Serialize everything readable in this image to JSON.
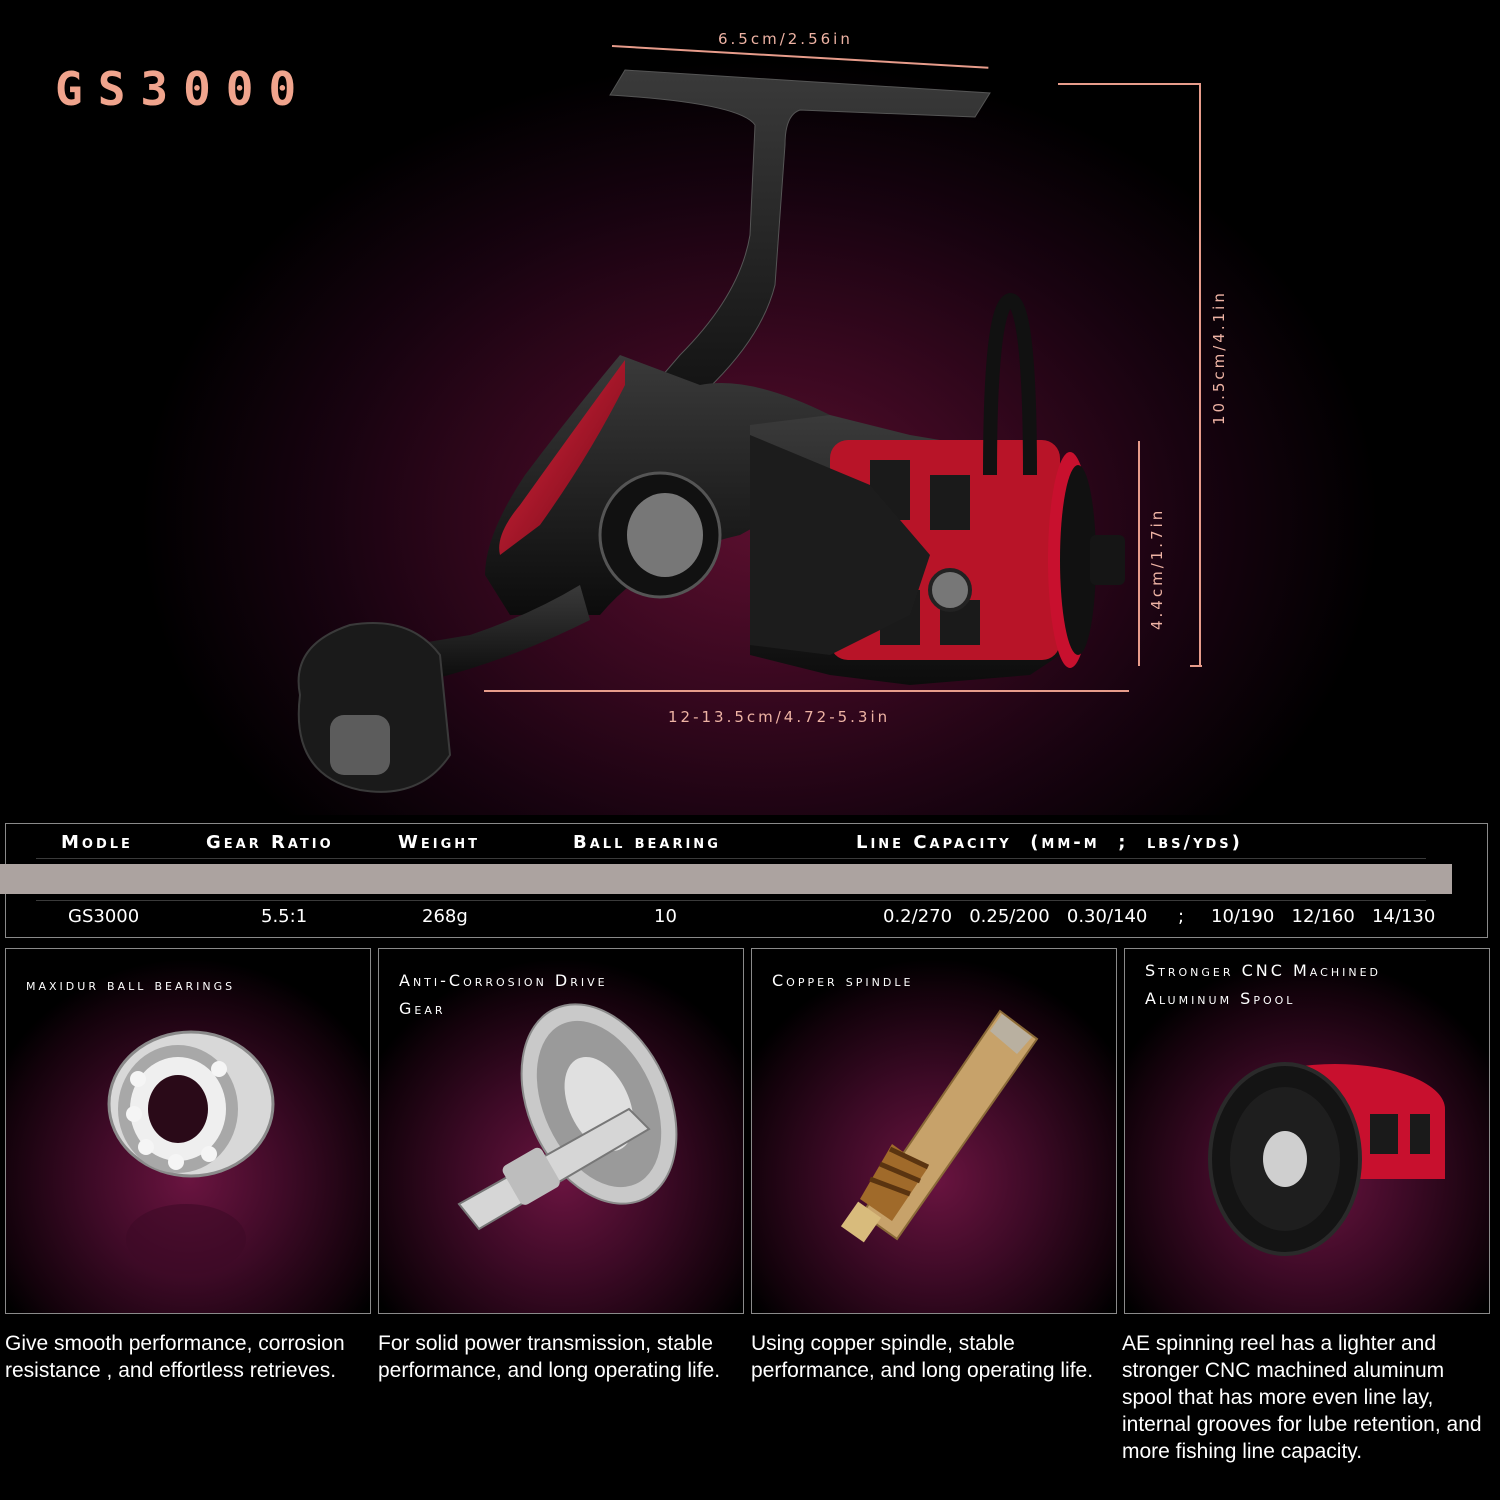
{
  "title": "GS3000",
  "dimensions": {
    "width_top": "6.5cm/2.56in",
    "height_total": "10.5cm/4.1in",
    "height_spool": "4.4cm/1.7in",
    "length": "12-13.5cm/4.72-5.3in"
  },
  "specs": {
    "headers": [
      "Modle",
      "Gear Ratio",
      "Weight",
      "Ball bearing",
      "Line Capacity  (mm-m  ;  lbs/yds)"
    ],
    "row": {
      "model": "GS3000",
      "gear_ratio": "5.5:1",
      "weight": "268g",
      "ball_bearing": "10",
      "line_mm": "0.2/270   0.25/200   0.30/140",
      "separator": ";",
      "line_lbs": "10/190   12/160   14/130"
    }
  },
  "features": [
    {
      "title": "maxidur ball bearings",
      "icon": "ball-bearing-icon",
      "description": "Give smooth performance, corrosion resistance , and effortless retrieves."
    },
    {
      "title": "Anti-Corrosion Drive Gear",
      "icon": "drive-gear-icon",
      "description": "For solid power transmission, stable performance, and long operating life."
    },
    {
      "title": "Copper spindle",
      "icon": "copper-spindle-icon",
      "description": "Using copper spindle, stable performance, and long operating life."
    },
    {
      "title": "Stronger CNC Machined Aluminum Spool",
      "icon": "aluminum-spool-icon",
      "description": "AE spinning reel has a lighter and stronger CNC machined aluminum spool that has more even line lay, internal grooves for lube retention, and more fishing line capacity."
    }
  ],
  "colors": {
    "accent": "#f0a48d",
    "reel_red": "#c8102e",
    "band": "#aca3a0"
  }
}
